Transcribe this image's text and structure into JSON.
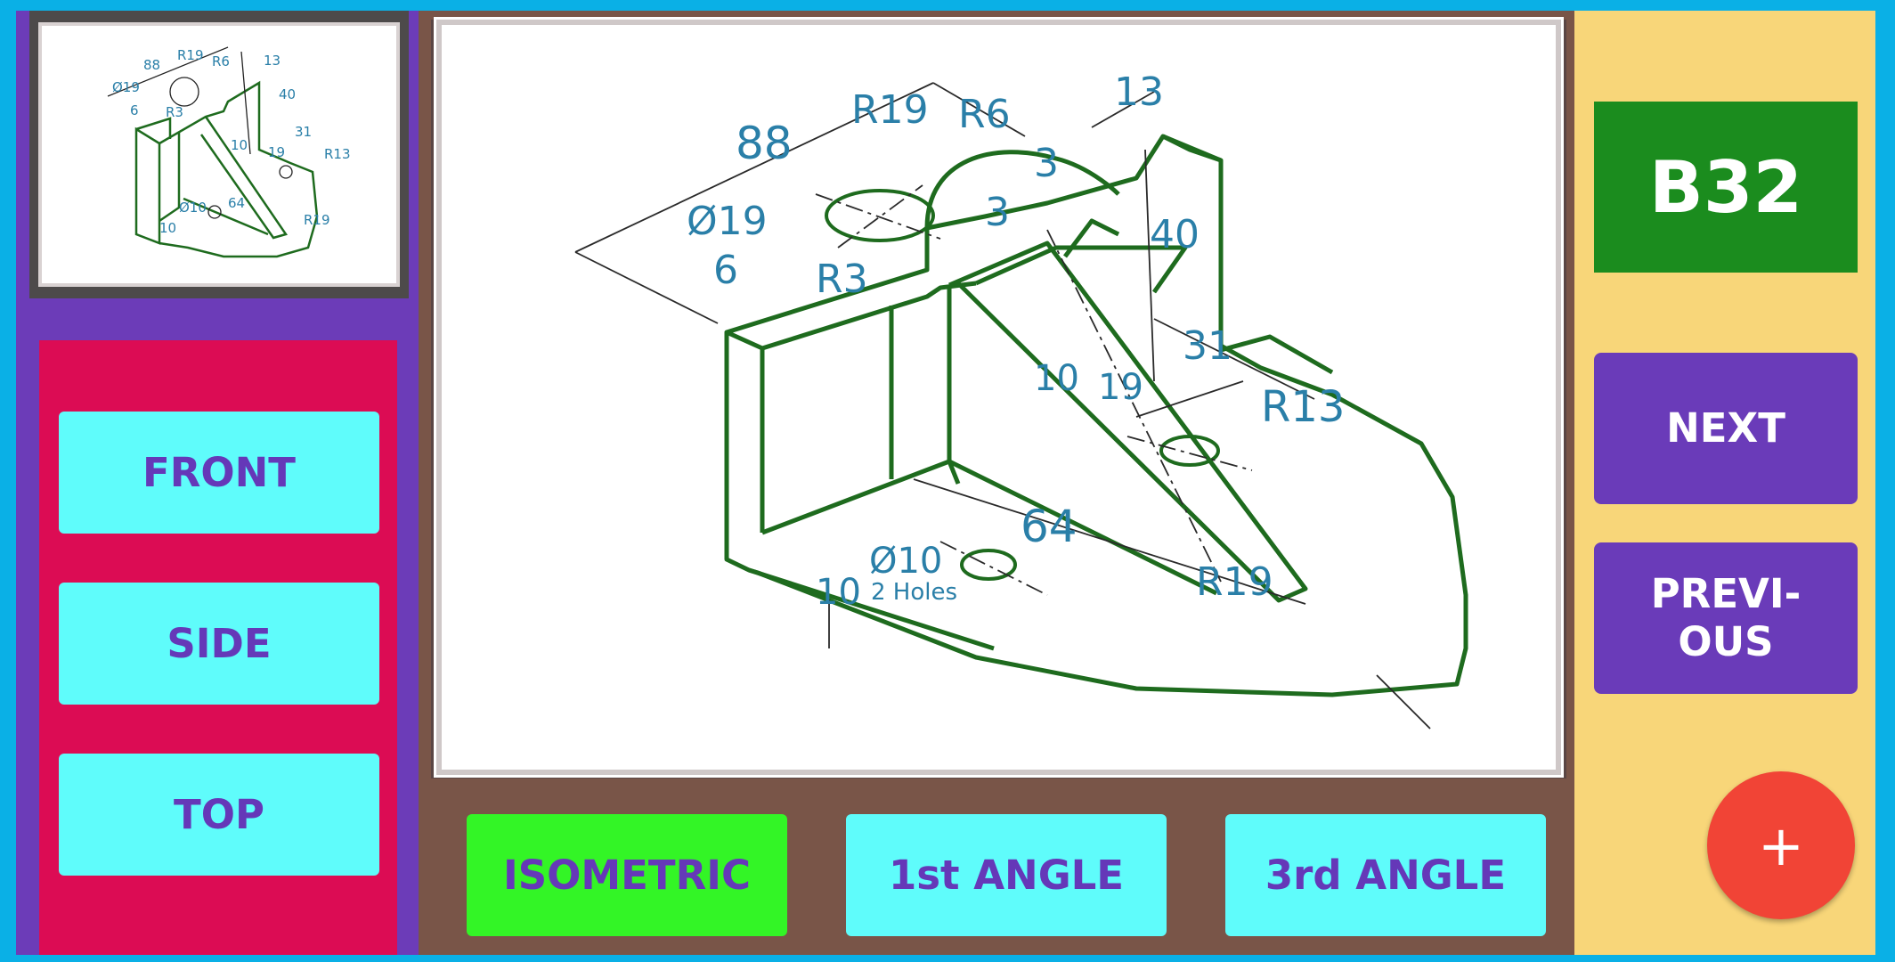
{
  "thumbnail": {
    "icon": "isometric-thumbnail-icon"
  },
  "views": {
    "front_label": "FRONT",
    "side_label": "SIDE",
    "top_label": "TOP"
  },
  "projection": {
    "isometric_label": "ISOMETRIC",
    "first_angle_label": "1st ANGLE",
    "third_angle_label": "3rd ANGLE"
  },
  "drawing": {
    "dims": {
      "d88": "88",
      "r19_top": "R19",
      "r6": "R6",
      "d13": "13",
      "d3_a": "3",
      "d3_b": "3",
      "d40": "40",
      "dia19": "Ø19",
      "d6": "6",
      "r3": "R3",
      "d31": "31",
      "d19": "19",
      "r13": "R13",
      "d10_rib": "10",
      "d64": "64",
      "dia10": "Ø10",
      "holes": "2 Holes",
      "d10_base": "10",
      "r19_bottom": "R19"
    }
  },
  "exercise": {
    "code": "B32"
  },
  "nav": {
    "next_label": "NEXT",
    "previous_line1": "PREVI-",
    "previous_line2": "OUS"
  },
  "fab": {
    "label": "+"
  },
  "colors": {
    "background": "#0ab0e6",
    "left_panel": "#6c3cb8",
    "view_panel": "#dc0c54",
    "button_cyan": "#5ffcfb",
    "button_active_green": "#33f526",
    "center_panel": "#795548",
    "right_panel": "#f8d679",
    "code_badge": "#1b8c1e",
    "nav_purple": "#6a3bb9",
    "fab_red": "#f14436"
  }
}
